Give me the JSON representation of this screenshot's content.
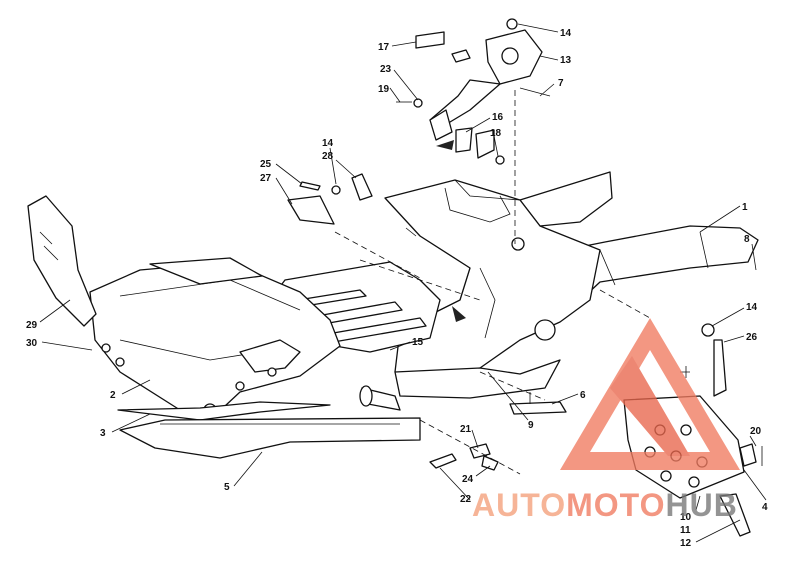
{
  "diagram": {
    "callouts": [
      "1",
      "2",
      "3",
      "4",
      "5",
      "6",
      "7",
      "8",
      "9",
      "10",
      "11",
      "12",
      "13",
      "14",
      "14",
      "14",
      "15",
      "16",
      "17",
      "18",
      "19",
      "20",
      "21",
      "22",
      "23",
      "24",
      "25",
      "26",
      "27",
      "28",
      "29",
      "30"
    ]
  },
  "watermark": {
    "brand_part1": "AUTO",
    "brand_part2": "MOTO",
    "brand_part3": "HUB",
    "color_primary": "#f07a60",
    "color_secondary": "#777777"
  }
}
